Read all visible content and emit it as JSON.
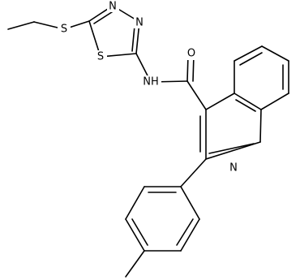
{
  "figure": {
    "atoms": {
      "S_ethyl": "S",
      "N3": "N",
      "N4": "N",
      "S_ring": "S",
      "NH": "NH",
      "O": "O",
      "N_quinoline": "N"
    }
  }
}
